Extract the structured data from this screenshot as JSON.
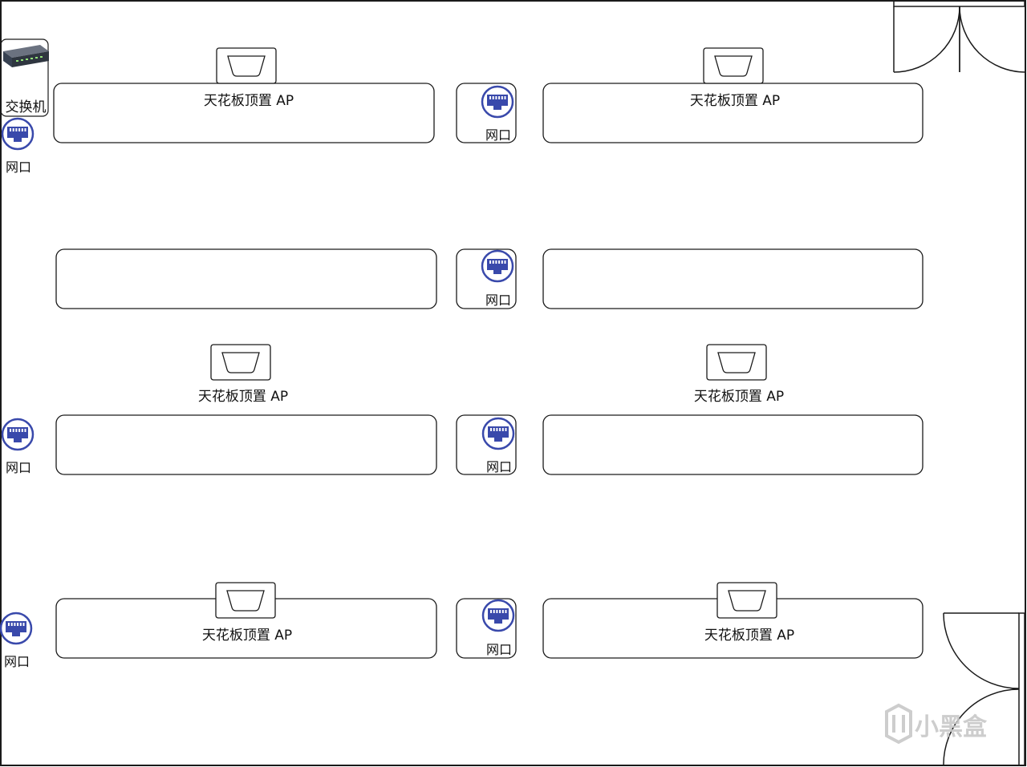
{
  "labels": {
    "switch": "交换机",
    "port": "网口",
    "ap": "天花板顶置 AP"
  },
  "watermark": "小黑盒",
  "colors": {
    "port_ring": "#3949ab",
    "port_fill": "#ffffff",
    "port_jack": "#3949ab",
    "line": "#1a1a1a"
  },
  "icons": {
    "switch": "network-switch-icon",
    "port": "ethernet-port-icon",
    "ap": "ceiling-ap-icon",
    "door": "door-swing-icon"
  }
}
